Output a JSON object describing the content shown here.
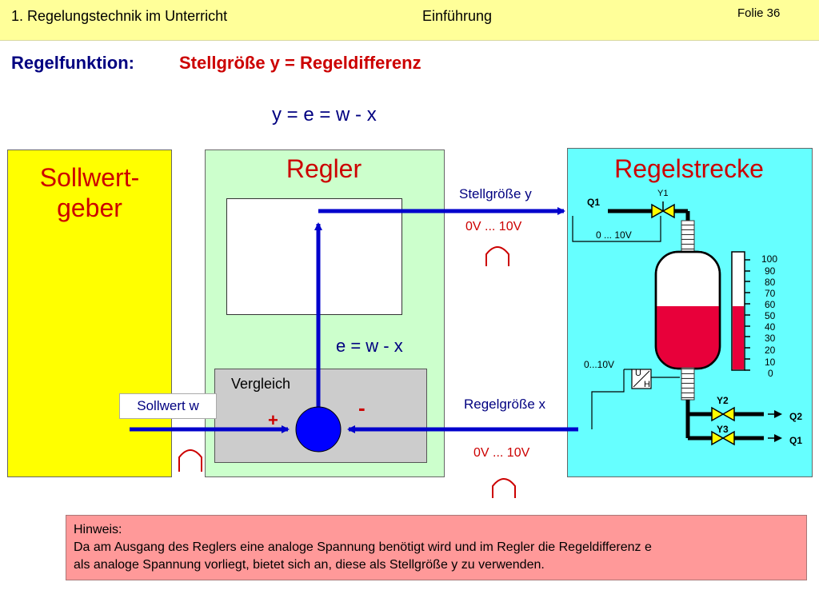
{
  "header": {
    "left": "1. Regelungstechnik im Unterricht",
    "middle": "Einführung",
    "slide": "Folie 36"
  },
  "subtitle": {
    "label": "Regelfunktion:",
    "text": "Stellgröße y = Regeldifferenz"
  },
  "formula": "y = e = w - x",
  "blocks": {
    "sollwert_line1": "Sollwert-",
    "sollwert_line2": "geber",
    "regler": "Regler",
    "strecke": "Regelstrecke"
  },
  "signals": {
    "stellgroesse": "Stellgröße y",
    "range_top": "0V ... 10V",
    "e_formula": "e = w - x",
    "vergleich": "Vergleich",
    "sollwert": "Sollwert w",
    "regelgroesse": "Regelgröße x",
    "range_bottom": "0V ... 10V",
    "plus": "+",
    "minus": "-"
  },
  "plant": {
    "q1_in": "Q1",
    "y1": "Y1",
    "valve_range": "0 ... 10V",
    "sensor_range": "0...10V",
    "u": "U",
    "h": "H",
    "scale": [
      "100",
      "90",
      "80",
      "70",
      "60",
      "50",
      "40",
      "30",
      "20",
      "10",
      "0"
    ],
    "level_percent": 53,
    "y2": "Y2",
    "y3": "Y3",
    "q2_out": "Q2",
    "q1_out": "Q1"
  },
  "hint": {
    "title": "Hinweis:",
    "line1": "Da am Ausgang des Reglers eine analoge Spannung benötigt wird und im Regler die Regeldifferenz e",
    "line2": "als analoge Spannung vorliegt, bietet sich an, diese als Stellgröße y zu verwenden."
  },
  "colors": {
    "header_bg": "#ffff99",
    "title_red": "#cc0000",
    "text_blue": "#000080",
    "signal_blue": "#0000cc",
    "sollwert_bg": "#ffff00",
    "regler_bg": "#ccffcc",
    "strecke_bg": "#66ffff",
    "liquid": "#e8003a",
    "hint_bg": "#ff9999"
  }
}
